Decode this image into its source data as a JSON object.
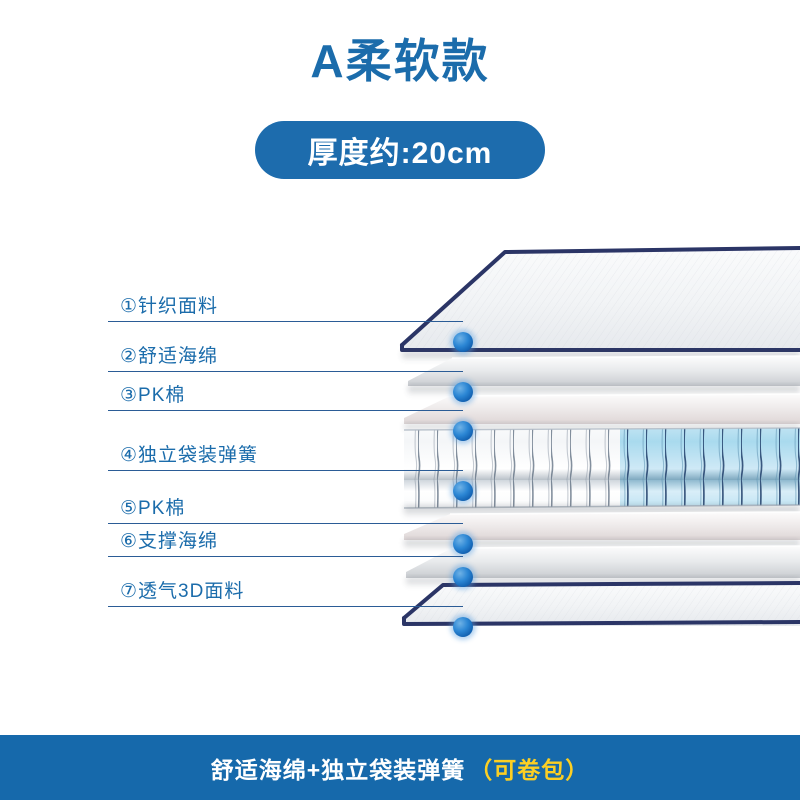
{
  "title": "A柔软款",
  "thickness_badge": {
    "label": "厚度约:20cm"
  },
  "colors": {
    "brand_blue": "#1b6cab",
    "badge_blue": "#1d6cad",
    "banner_blue": "#1669ab",
    "banner_accent_yellow": "#fccf23",
    "callout_line": "#2b5c96",
    "mattress_border_navy": "#2b3566",
    "spring_blue": "#9fd3ea"
  },
  "layers": [
    {
      "index": "①",
      "label": "①针织面料",
      "name": "knit-fabric"
    },
    {
      "index": "②",
      "label": "②舒适海绵",
      "name": "comfort-foam"
    },
    {
      "index": "③",
      "label": "③PK棉",
      "name": "pk-cotton-top"
    },
    {
      "index": "④",
      "label": "④独立袋装弹簧",
      "name": "pocket-spring"
    },
    {
      "index": "⑤",
      "label": "⑤PK棉",
      "name": "pk-cotton-bottom"
    },
    {
      "index": "⑥",
      "label": "⑥支撑海绵",
      "name": "support-foam"
    },
    {
      "index": "⑦",
      "label": "⑦透气3D面料",
      "name": "breathable-3d-fabric"
    }
  ],
  "bottom_banner": {
    "main": "舒适海绵+独立袋装弹簧",
    "accent": "（可卷包）"
  }
}
